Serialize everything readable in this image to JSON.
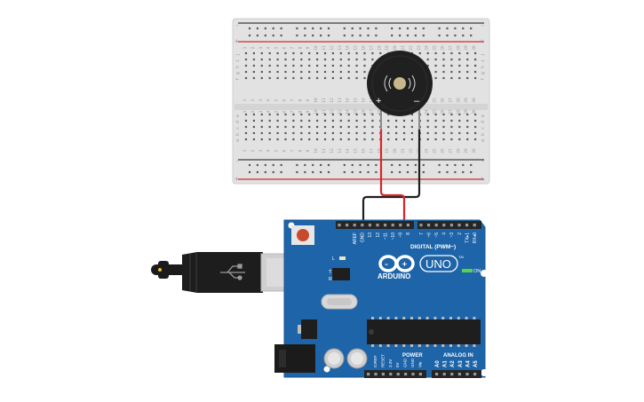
{
  "breadboard": {
    "row_letters_top": [
      "j",
      "i",
      "h",
      "g",
      "f"
    ],
    "row_letters_bottom": [
      "e",
      "d",
      "c",
      "b",
      "a"
    ],
    "column_numbers": [
      "1",
      "2",
      "3",
      "4",
      "5",
      "6",
      "7",
      "8",
      "9",
      "10",
      "11",
      "12",
      "13",
      "14",
      "15",
      "16",
      "17",
      "18",
      "19",
      "20",
      "21",
      "22",
      "23",
      "24",
      "25",
      "26",
      "27",
      "28",
      "29",
      "30"
    ],
    "rail_plus": "+",
    "rail_minus": "-",
    "colors": {
      "body": "#e2e2e2",
      "rail_red": "#d22a2a",
      "rail_dark": "#3c3c3c",
      "hole": "#5a5a5a"
    }
  },
  "buzzer": {
    "plus_label": "+",
    "minus_label": "–",
    "icon": "piezo-buzzer-icon",
    "colors": {
      "body": "#202020",
      "center": "#c9b98a"
    }
  },
  "wires": [
    {
      "name": "red-wire",
      "color": "#d8262a"
    },
    {
      "name": "black-wire",
      "color": "#1f1f1f"
    }
  ],
  "arduino": {
    "brand": "ARDUINO",
    "model": "UNO",
    "tm": "TM",
    "digital_label": "DIGITAL (PWM~)",
    "power_label": "POWER",
    "analog_label": "ANALOG IN",
    "on_label": "ON",
    "l_label": "L",
    "tx_label": "TX",
    "rx_label": "RX",
    "top_pin_labels": [
      "AREF",
      "GND",
      "13",
      "12",
      "~11",
      "~10",
      "~9",
      "8",
      "7",
      "~6",
      "~5",
      "4",
      "~3",
      "2",
      "TX▸1",
      "RX◂0"
    ],
    "power_pin_labels": [
      "IOREF",
      "RESET",
      "3.3V",
      "5V",
      "GND",
      "GND",
      "Vin"
    ],
    "analog_pin_labels": [
      "A0",
      "A1",
      "A2",
      "A3",
      "A4",
      "A5"
    ],
    "colors": {
      "board": "#1e64a8",
      "board_edge": "#185690",
      "header": "#262626",
      "usb": "#cfcfcf",
      "cable": "#1b1b1b",
      "reset": "#c84a2e",
      "chip": "#1e1e1e"
    }
  }
}
